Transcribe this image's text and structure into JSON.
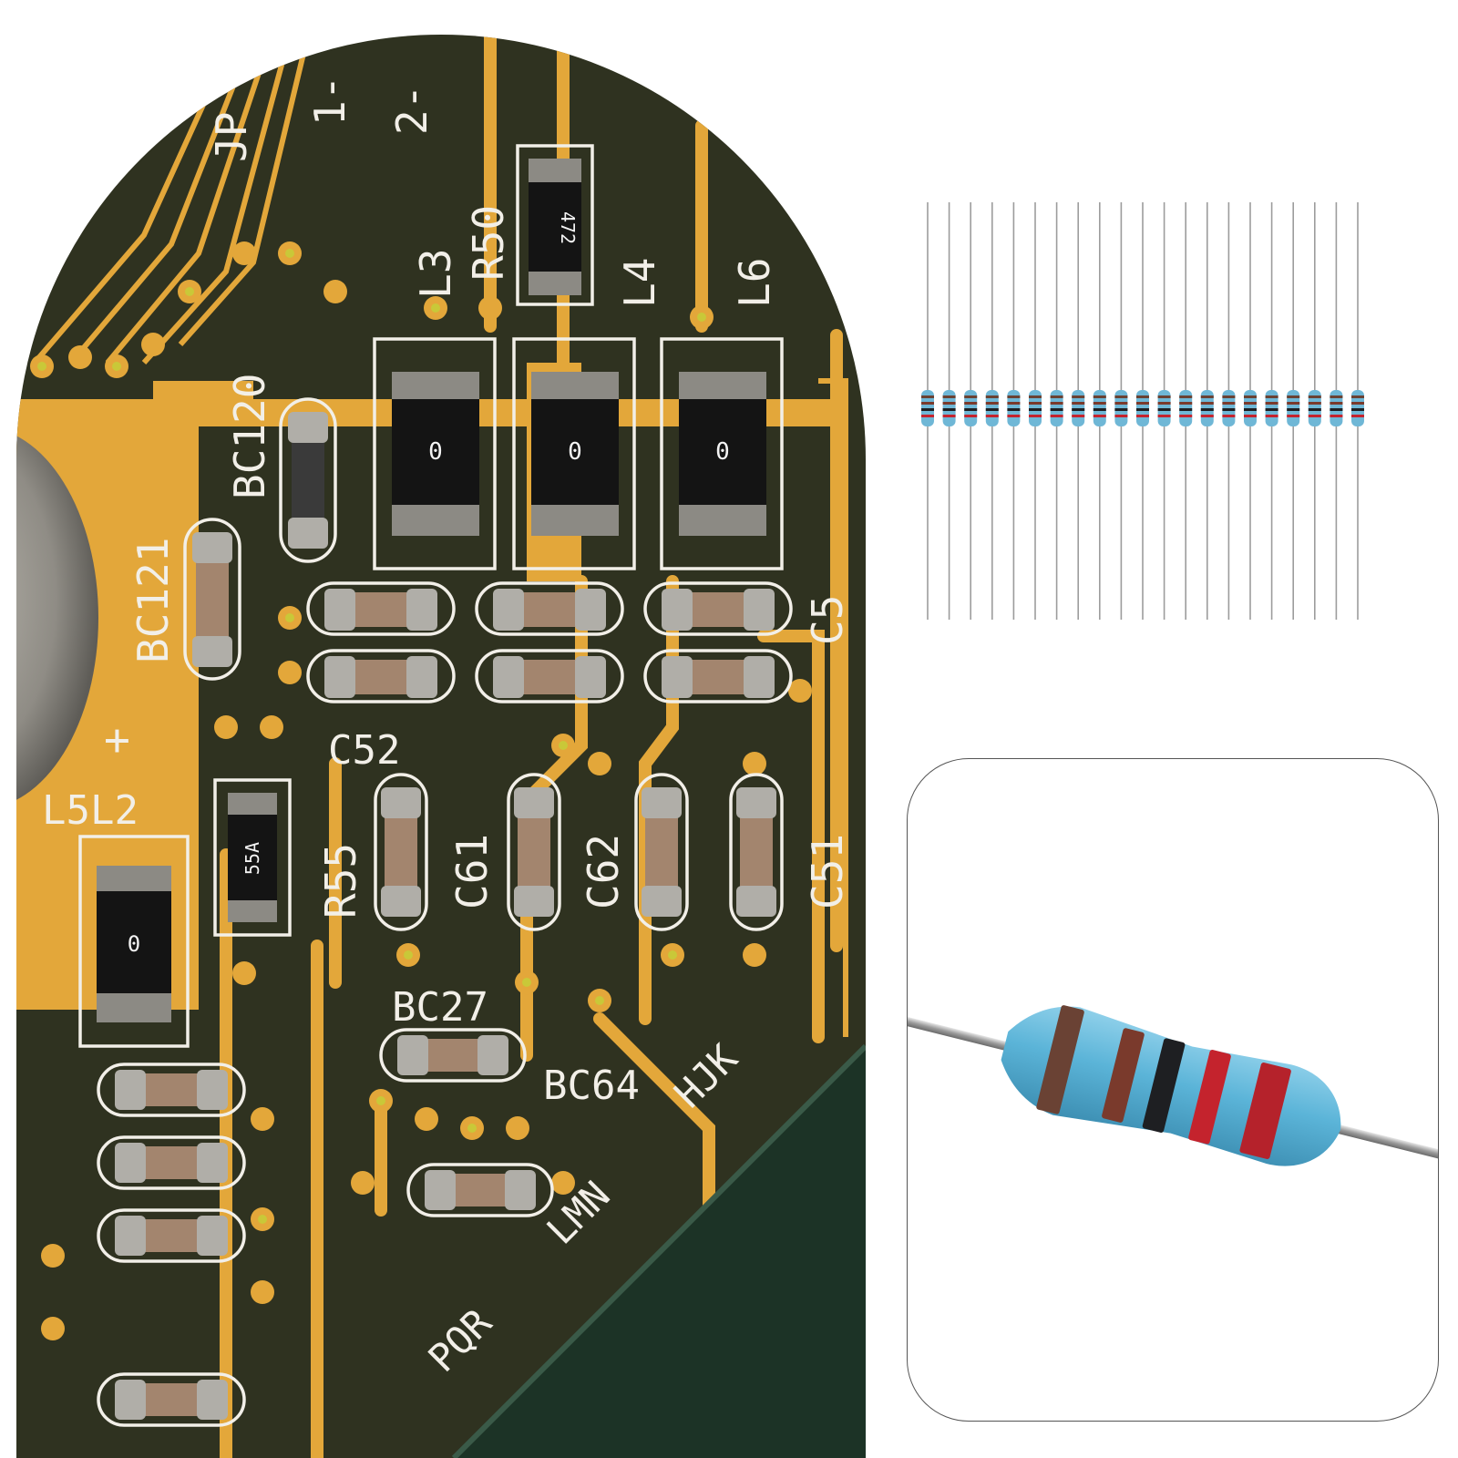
{
  "pcb": {
    "colors": {
      "board": "#2f3220",
      "trace": "#e3a73a",
      "silkscreen": "#f2efe8",
      "green_board": "#1c3326"
    },
    "labels": [
      {
        "name": "JP",
        "text": "JP"
      },
      {
        "name": "1-",
        "text": "1-"
      },
      {
        "name": "2-",
        "text": "2-"
      },
      {
        "name": "L3",
        "text": "L3"
      },
      {
        "name": "R50",
        "text": "R50"
      },
      {
        "name": "L4",
        "text": "L4"
      },
      {
        "name": "L6",
        "text": "L6"
      },
      {
        "name": "BC120",
        "text": "BC120"
      },
      {
        "name": "BC121",
        "text": "BC121"
      },
      {
        "name": "C5",
        "text": "C5"
      },
      {
        "name": "C52",
        "text": "C52"
      },
      {
        "name": "L5L2",
        "text": "L5L2"
      },
      {
        "name": "R55",
        "text": "R55"
      },
      {
        "name": "C61",
        "text": "C61"
      },
      {
        "name": "C62",
        "text": "C62"
      },
      {
        "name": "C51",
        "text": "C51"
      },
      {
        "name": "BC27",
        "text": "BC27"
      },
      {
        "name": "BC64",
        "text": "BC64"
      },
      {
        "name": "plus",
        "text": "+"
      },
      {
        "name": "hjk",
        "text": "HJK"
      },
      {
        "name": "lmn",
        "text": "LMN"
      },
      {
        "name": "pqr",
        "text": "PQR"
      }
    ],
    "component_markings": {
      "r50_code": "472",
      "r55_code": "55A",
      "zero_ohm": "0"
    }
  },
  "resistor_pack": {
    "count": 21,
    "body_color": "#6fb7d6"
  },
  "closeup": {
    "body_color": "#5bb4d8",
    "bands": [
      "brown",
      "brown",
      "black",
      "red",
      "red"
    ],
    "band_colors": [
      "#6a4234",
      "#7a3a2c",
      "#1e1f22",
      "#c4232d",
      "#b5222b"
    ]
  }
}
